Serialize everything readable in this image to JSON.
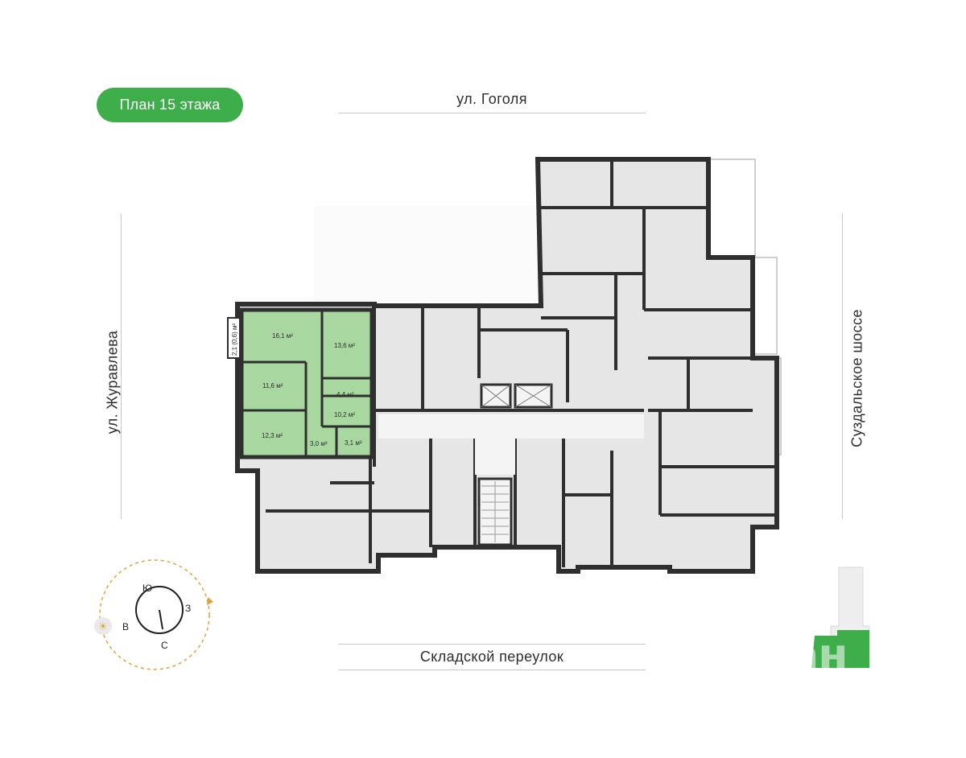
{
  "floor_badge": "План 15 этажа",
  "streets": {
    "top": "ул. Гоголя",
    "bottom": "Складской переулок",
    "left": "ул. Журавлева",
    "right": "Суздальское шоссе"
  },
  "rooms": [
    {
      "id": "r1",
      "label": "16,1 м²"
    },
    {
      "id": "r2",
      "label": "13,6 м²"
    },
    {
      "id": "r3",
      "label": "11,6 м²"
    },
    {
      "id": "r4",
      "label": "4,4 м²"
    },
    {
      "id": "r5",
      "label": "10,2 м²"
    },
    {
      "id": "r6",
      "label": "12,3 м²"
    },
    {
      "id": "r7",
      "label": "3,0 м²"
    },
    {
      "id": "r8",
      "label": "3,1 м²"
    },
    {
      "id": "r9",
      "label": "2,1 (0,6) м²"
    }
  ],
  "compass": {
    "south": "Ю",
    "west": "З",
    "east": "В",
    "north": "С"
  },
  "watermark": "циан",
  "colors": {
    "accent": "#3dae49",
    "apartment": "#a8d8a0",
    "unit": "#e6e6e6",
    "wall": "#2f2f2f"
  }
}
